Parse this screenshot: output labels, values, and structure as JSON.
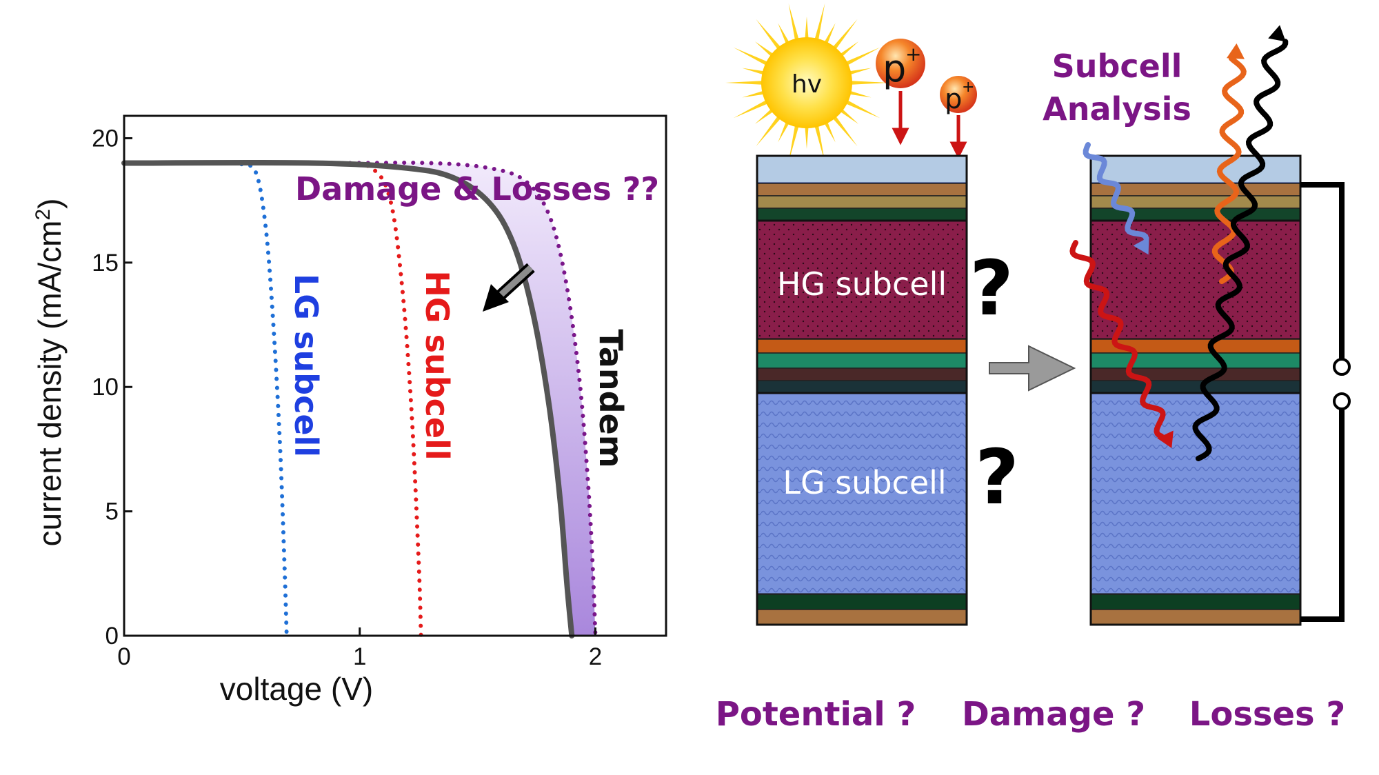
{
  "chart_data": {
    "type": "line",
    "xlabel": "voltage (V)",
    "ylabel": "current density (mA/cm²)",
    "ylabel_base": "current density (mA/cm",
    "ylabel_sup": "2",
    "ylabel_end": ")",
    "xlim": [
      0,
      2.3
    ],
    "ylim": [
      0,
      20.9
    ],
    "xticks": [
      0,
      1,
      2
    ],
    "yticks": [
      0,
      5,
      10,
      15,
      20
    ],
    "annotation": "Damage & Losses ??",
    "series": [
      {
        "name": "LG subcell",
        "style": "dotted",
        "color": "#1e6fd6",
        "points": [
          [
            0,
            19
          ],
          [
            0.2,
            19
          ],
          [
            0.4,
            19
          ],
          [
            0.5,
            18.95
          ],
          [
            0.56,
            18.6
          ],
          [
            0.6,
            16.5
          ],
          [
            0.63,
            13
          ],
          [
            0.66,
            8
          ],
          [
            0.68,
            3
          ],
          [
            0.69,
            0
          ]
        ]
      },
      {
        "name": "HG subcell",
        "style": "dotted",
        "color": "#e51a1a",
        "points": [
          [
            0,
            19
          ],
          [
            0.5,
            19
          ],
          [
            0.9,
            19
          ],
          [
            1.05,
            18.8
          ],
          [
            1.13,
            17.5
          ],
          [
            1.18,
            14
          ],
          [
            1.22,
            9
          ],
          [
            1.25,
            3
          ],
          [
            1.26,
            0
          ]
        ]
      },
      {
        "name": "Tandem",
        "style": "solid",
        "color": "#555555",
        "points": [
          [
            0,
            19
          ],
          [
            0.8,
            19
          ],
          [
            1.2,
            18.8
          ],
          [
            1.4,
            18.4
          ],
          [
            1.55,
            17.4
          ],
          [
            1.65,
            15.8
          ],
          [
            1.73,
            13.2
          ],
          [
            1.8,
            9.5
          ],
          [
            1.85,
            5.5
          ],
          [
            1.88,
            2
          ],
          [
            1.9,
            0
          ]
        ]
      },
      {
        "name": "",
        "style": "dotted",
        "color": "#7a168a",
        "points": [
          [
            0,
            19
          ],
          [
            0.9,
            19
          ],
          [
            1.3,
            19
          ],
          [
            1.55,
            18.8
          ],
          [
            1.7,
            18.3
          ],
          [
            1.8,
            17
          ],
          [
            1.87,
            14.5
          ],
          [
            1.93,
            10.5
          ],
          [
            1.97,
            6
          ],
          [
            1.99,
            2.5
          ],
          [
            2.0,
            0
          ]
        ]
      }
    ]
  },
  "diagram": {
    "sun_label": "hv",
    "proton_label": "p",
    "proton_sup": "+",
    "subcell_analysis_line1": "Subcell",
    "subcell_analysis_line2": "Analysis",
    "hg_label": "HG subcell",
    "lg_label": "LG subcell",
    "question_mark": "?",
    "footer": [
      "Potential ?",
      "Damage ?",
      "Losses ?"
    ]
  },
  "colors": {
    "purple_text": "#7b1585",
    "lg_blue": "#1e6fd6",
    "hg_red": "#e51a1a",
    "tandem_grey": "#555555",
    "hg_layer": "#8a1e4a",
    "lg_layer": "#7a93dd",
    "shade": "#b79ae0"
  }
}
